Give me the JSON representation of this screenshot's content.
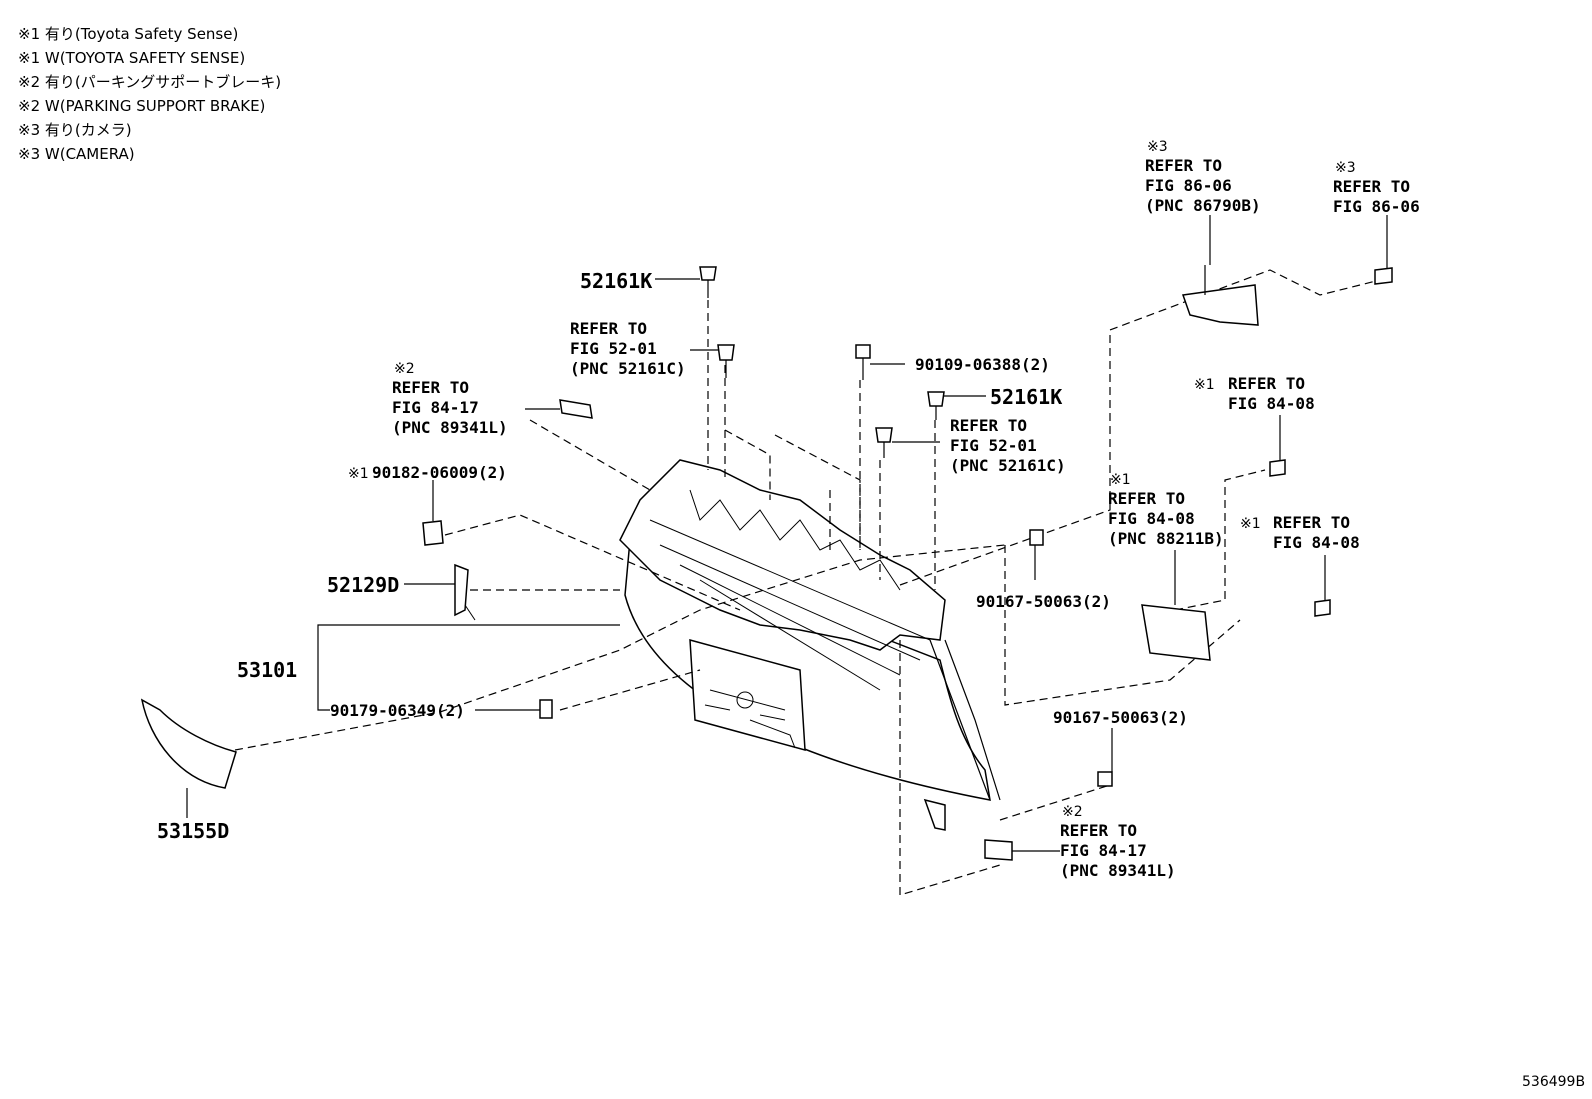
{
  "notes": [
    "※1 有り(Toyota  Safety  Sense)",
    "※1 W(TOYOTA SAFETY SENSE)",
    "※2 有り(パーキングサポートブレーキ)",
    "※2 W(PARKING SUPPORT BRAKE)",
    "※3 有り(カメラ)",
    "※3 W(CAMERA)"
  ],
  "labels": {
    "p52161k_top": "52161K",
    "p52161k_mid": "52161K",
    "p90109": "90109-06388(2)",
    "p90182_mark": "※1",
    "p90182": "90182-06009(2)",
    "p52129d": "52129D",
    "p53101": "53101",
    "p90179": "90179-06349(2)",
    "p53155d": "53155D",
    "p90167_a": "90167-50063(2)",
    "p90167_b": "90167-50063(2)",
    "diagram_id": "536499B"
  },
  "refs": {
    "r5201_left": [
      "REFER TO",
      "FIG 52-01",
      "(PNC 52161C)"
    ],
    "r5201_right": [
      "REFER TO",
      "FIG 52-01",
      "(PNC 52161C)"
    ],
    "r8417_left_mark": "※2",
    "r8417_left": [
      "REFER TO",
      "FIG 84-17",
      "(PNC 89341L)"
    ],
    "r8606_a_mark": "※3",
    "r8606_a": [
      "REFER TO",
      "FIG 86-06",
      "(PNC 86790B)"
    ],
    "r8606_b_mark": "※3",
    "r8606_b": [
      "REFER TO",
      "FIG 86-06"
    ],
    "r8408_a_mark": "※1",
    "r8408_a": [
      "REFER TO",
      "FIG 84-08"
    ],
    "r8408_b_mark": "※1",
    "r8408_b": [
      "REFER TO",
      "FIG 84-08",
      "(PNC 88211B)"
    ],
    "r8408_c_mark": "※1",
    "r8408_c": [
      "REFER TO",
      "FIG 84-08"
    ],
    "r8417_right_mark": "※2",
    "r8417_right": [
      "REFER TO",
      "FIG 84-17",
      "(PNC 89341L)"
    ]
  }
}
